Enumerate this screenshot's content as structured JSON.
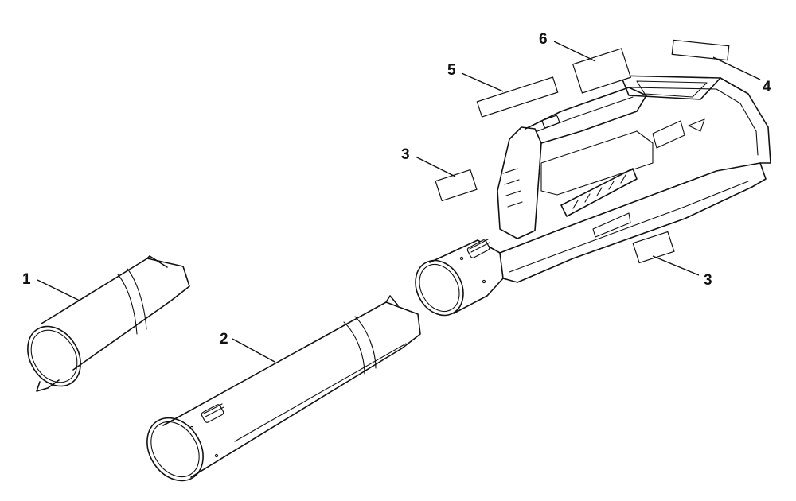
{
  "callouts": [
    {
      "id": "c1",
      "text": "1"
    },
    {
      "id": "c2",
      "text": "2"
    },
    {
      "id": "c3a",
      "text": "3"
    },
    {
      "id": "c3b",
      "text": "3"
    },
    {
      "id": "c4",
      "text": "4"
    },
    {
      "id": "c5",
      "text": "5"
    },
    {
      "id": "c6",
      "text": "6"
    }
  ]
}
